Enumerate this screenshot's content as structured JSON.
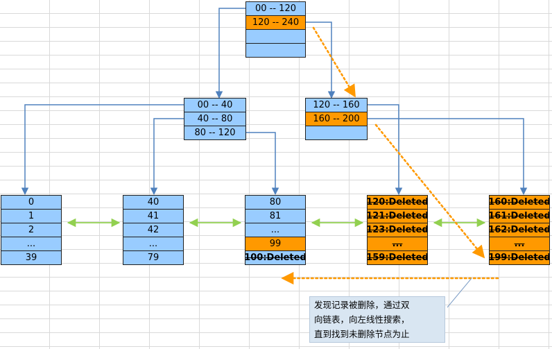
{
  "colors": {
    "node_blue": "#99ccff",
    "key_orange": "#ff9900",
    "pointer_line": "#4f81bd",
    "leaf_link": "#92d050",
    "search_path": "#ff9900"
  },
  "root": {
    "rows": [
      {
        "text": "00 -- 120",
        "style": "blue"
      },
      {
        "text": "120 -- 240",
        "style": "orange"
      },
      {
        "text": "",
        "style": "blue"
      },
      {
        "text": "",
        "style": "blue"
      }
    ]
  },
  "internal": [
    {
      "rows": [
        {
          "text": "00 -- 40",
          "style": "blue"
        },
        {
          "text": "40 -- 80",
          "style": "blue"
        },
        {
          "text": "80 -- 120",
          "style": "blue"
        }
      ]
    },
    {
      "rows": [
        {
          "text": "120 -- 160",
          "style": "blue"
        },
        {
          "text": "160 -- 200",
          "style": "orange"
        },
        {
          "text": "",
          "style": "blue"
        }
      ]
    }
  ],
  "leaves": [
    {
      "rows": [
        {
          "text": "0",
          "style": "blue"
        },
        {
          "text": "1",
          "style": "blue"
        },
        {
          "text": "2",
          "style": "blue"
        },
        {
          "text": "...",
          "style": "blue"
        },
        {
          "text": "39",
          "style": "blue"
        }
      ]
    },
    {
      "rows": [
        {
          "text": "40",
          "style": "blue"
        },
        {
          "text": "41",
          "style": "blue"
        },
        {
          "text": "42",
          "style": "blue"
        },
        {
          "text": "...",
          "style": "blue"
        },
        {
          "text": "79",
          "style": "blue"
        }
      ]
    },
    {
      "rows": [
        {
          "text": "80",
          "style": "blue"
        },
        {
          "text": "81",
          "style": "blue"
        },
        {
          "text": "...",
          "style": "blue"
        },
        {
          "text": "99",
          "style": "orange"
        },
        {
          "text": "100:Deleted",
          "style": "blue",
          "deleted": true
        }
      ]
    },
    {
      "rows": [
        {
          "text": "120:Deleted",
          "style": "orange",
          "deleted": true
        },
        {
          "text": "121:Deleted",
          "style": "orange",
          "deleted": true
        },
        {
          "text": "123:Deleted",
          "style": "orange",
          "deleted": true
        },
        {
          "text": "...",
          "style": "orange",
          "deleted": true
        },
        {
          "text": "159:Deleted",
          "style": "orange",
          "deleted": true
        }
      ]
    },
    {
      "rows": [
        {
          "text": "160:Deleted",
          "style": "orange",
          "deleted": true
        },
        {
          "text": "161:Deleted",
          "style": "orange",
          "deleted": true
        },
        {
          "text": "162:Deleted",
          "style": "orange",
          "deleted": true
        },
        {
          "text": "...",
          "style": "orange",
          "deleted": true
        },
        {
          "text": "199:Deleted",
          "style": "orange",
          "deleted": true
        }
      ]
    }
  ],
  "callout": {
    "lines": [
      "发现记录被删除，通过双",
      "向链表，向左线性搜索，",
      "直到找到未删除节点为止"
    ]
  }
}
